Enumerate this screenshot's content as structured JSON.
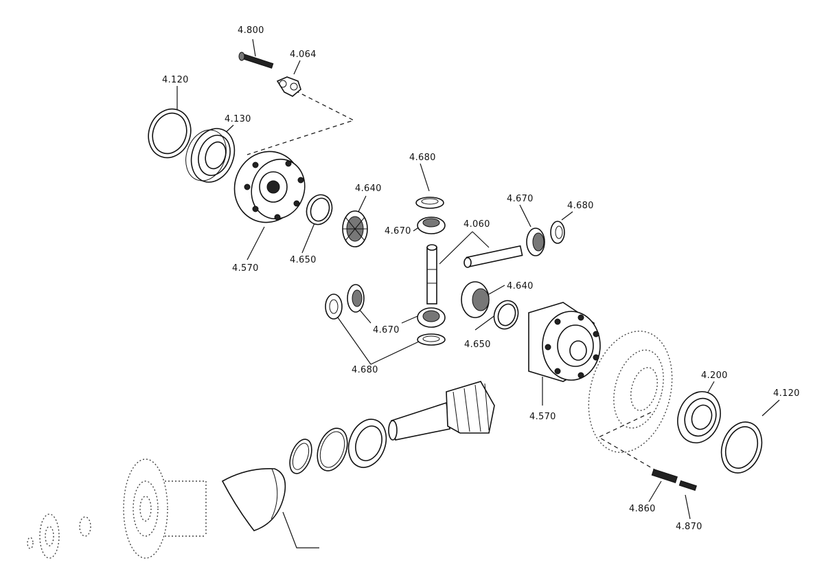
{
  "diagram": {
    "labels": {
      "l4800": "4.800",
      "l4064": "4.064",
      "l4120_left": "4.120",
      "l4130": "4.130",
      "l4570_left": "4.570",
      "l4650_left": "4.650",
      "l4640_top": "4.640",
      "l4680_top": "4.680",
      "l4670_center_top": "4.670",
      "l4060": "4.060",
      "l4670_right": "4.670",
      "l4680_right": "4.680",
      "l4640_right": "4.640",
      "l4670_center_bottom": "4.670",
      "l4680_bottom": "4.680",
      "l4650_right": "4.650",
      "l4570_right": "4.570",
      "l4200": "4.200",
      "l4120_right": "4.120",
      "l4860": "4.860",
      "l4870": "4.870"
    }
  }
}
